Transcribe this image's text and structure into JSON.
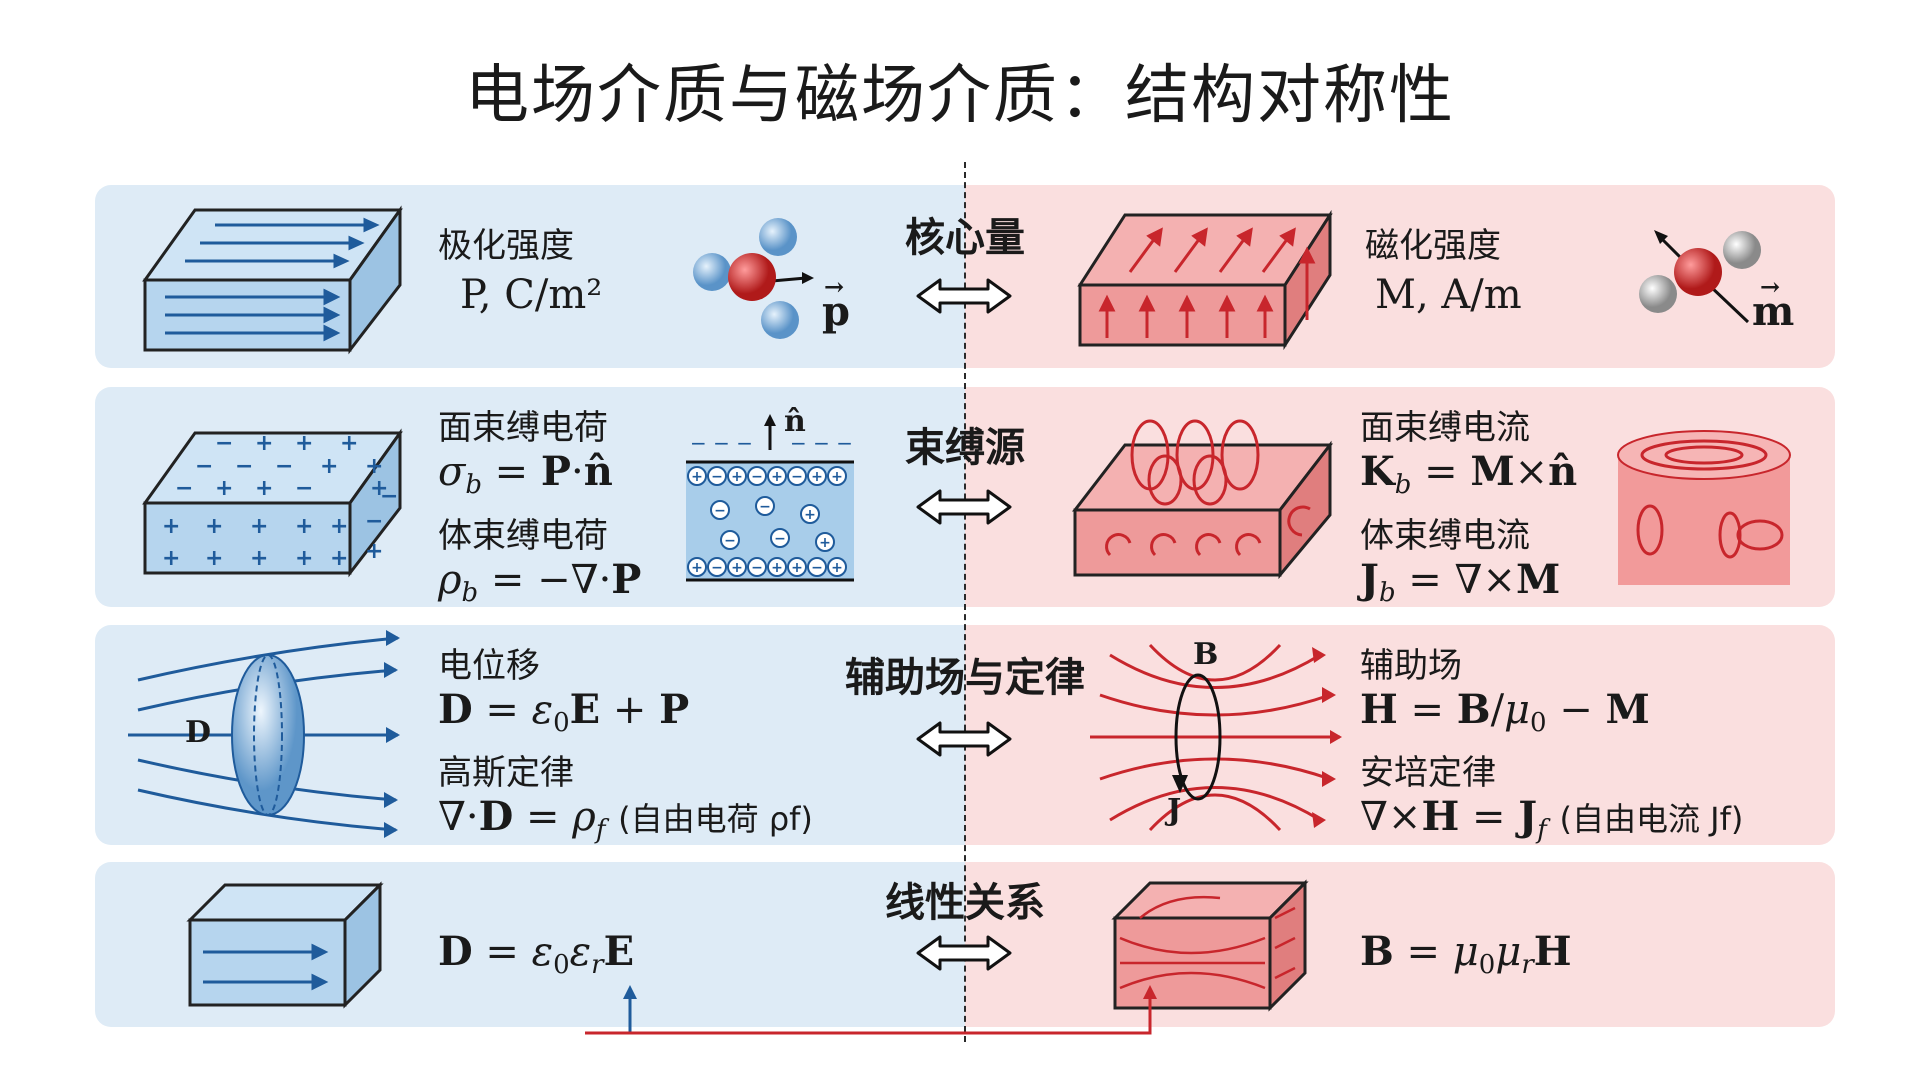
{
  "title": "电场介质与磁场介质：结构对称性",
  "colors": {
    "electric_bg": "#deebf6",
    "magnetic_bg": "#fadfdf",
    "electric_accent": "#1f5b9b",
    "magnetic_accent": "#c8262c"
  },
  "rows": [
    {
      "center_label": "核心量",
      "left": {
        "label": "极化强度",
        "formula": "P, C/m²",
        "dipole_label": "p"
      },
      "right": {
        "label": "磁化强度",
        "formula": "M, A/m",
        "dipole_label": "m"
      }
    },
    {
      "center_label": "束缚源",
      "left": {
        "label1": "面束缚电荷",
        "formula1": "σb = P·n̂",
        "label2": "体束缚电荷",
        "formula2": "ρb = −∇·P",
        "normal_label": "n̂"
      },
      "right": {
        "label1": "面束缚电流",
        "formula1": "Kb = M×n̂",
        "label2": "体束缚电流",
        "formula2": "Jb = ∇×M"
      }
    },
    {
      "center_label": "辅助场与定律",
      "left": {
        "label1": "电位移",
        "formula1": "D = ε0E + P",
        "label2": "高斯定律",
        "formula2": "∇·D = ρf",
        "note": "(自由电荷 ρf)",
        "field_label": "D"
      },
      "right": {
        "label1": "辅助场",
        "formula1": "H = B/μ0 − M",
        "label2": "安培定律",
        "formula2": "∇×H = Jf",
        "note": "(自由电流 Jf)",
        "field_label_b": "B",
        "field_label_j": "J"
      }
    },
    {
      "center_label": "线性关系",
      "left": {
        "formula": "D = ε0εrE"
      },
      "right": {
        "formula": "B = μ0μrH"
      }
    }
  ]
}
